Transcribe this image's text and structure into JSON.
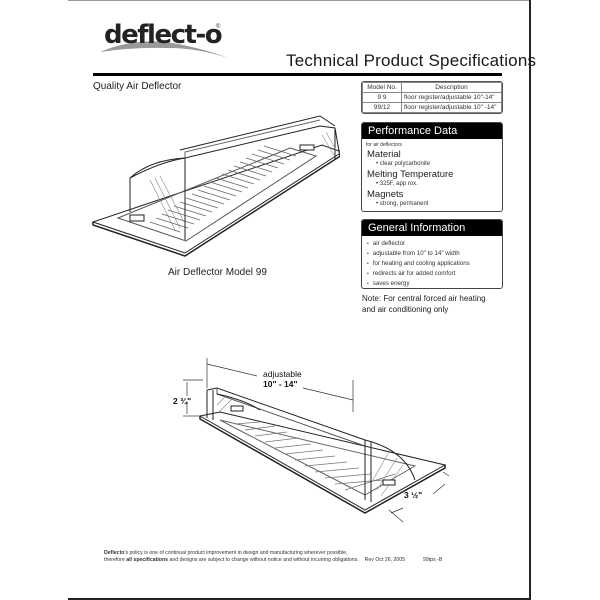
{
  "brand": {
    "logo_text": "deflect-o",
    "logo_mark": "®"
  },
  "header": {
    "title": "Technical Product Specifications",
    "subtitle": "Quality Air Deflector"
  },
  "model_table": {
    "columns": [
      "Model No.",
      "Description"
    ],
    "rows": [
      {
        "model": "9 9",
        "description": "floor register/adjustable 10\"-14\""
      },
      {
        "model": "99/12",
        "description": "floor register/adjustable 10\" -14\""
      }
    ]
  },
  "performance_data": {
    "heading": "Performance Data",
    "note": "for air deflectors",
    "items": [
      {
        "label": "Material",
        "value": "clear polycarbonite"
      },
      {
        "label": "Melting Temperature",
        "value": "325F, app rox."
      },
      {
        "label": "Magnets",
        "value": "strong, permanent"
      }
    ]
  },
  "general_information": {
    "heading": "General Information",
    "items": [
      "air deflector",
      "adjustable from 10\" to 14\" width",
      "for heating and cooling applications",
      "redirects air for added comfort",
      "saves energy"
    ]
  },
  "note": {
    "line1": "Note: For central forced air heating",
    "line2": "and air conditioning only"
  },
  "figure1": {
    "caption": "Air Deflector Model 99",
    "icon": "air-deflector-illustration"
  },
  "figure2": {
    "icon": "air-deflector-dimension-diagram",
    "dimensions": {
      "adjustable_label": "adjustable",
      "width": "10\" - 14\"",
      "height": "2 ¾\"",
      "depth": "3 ½\""
    }
  },
  "footer": {
    "brand_word": "Deflecto",
    "line1_rest": "'s policy is one of continual product improvement in design and manufacturing wherever possible,",
    "line2_pre": "therefore ",
    "line2_bold": "all specifications",
    "line2_rest": " and designs are subject to change without notice and without incurring obligations.",
    "revision": "Rev Oct 26, 2005",
    "doc_code": "99tps -B"
  }
}
